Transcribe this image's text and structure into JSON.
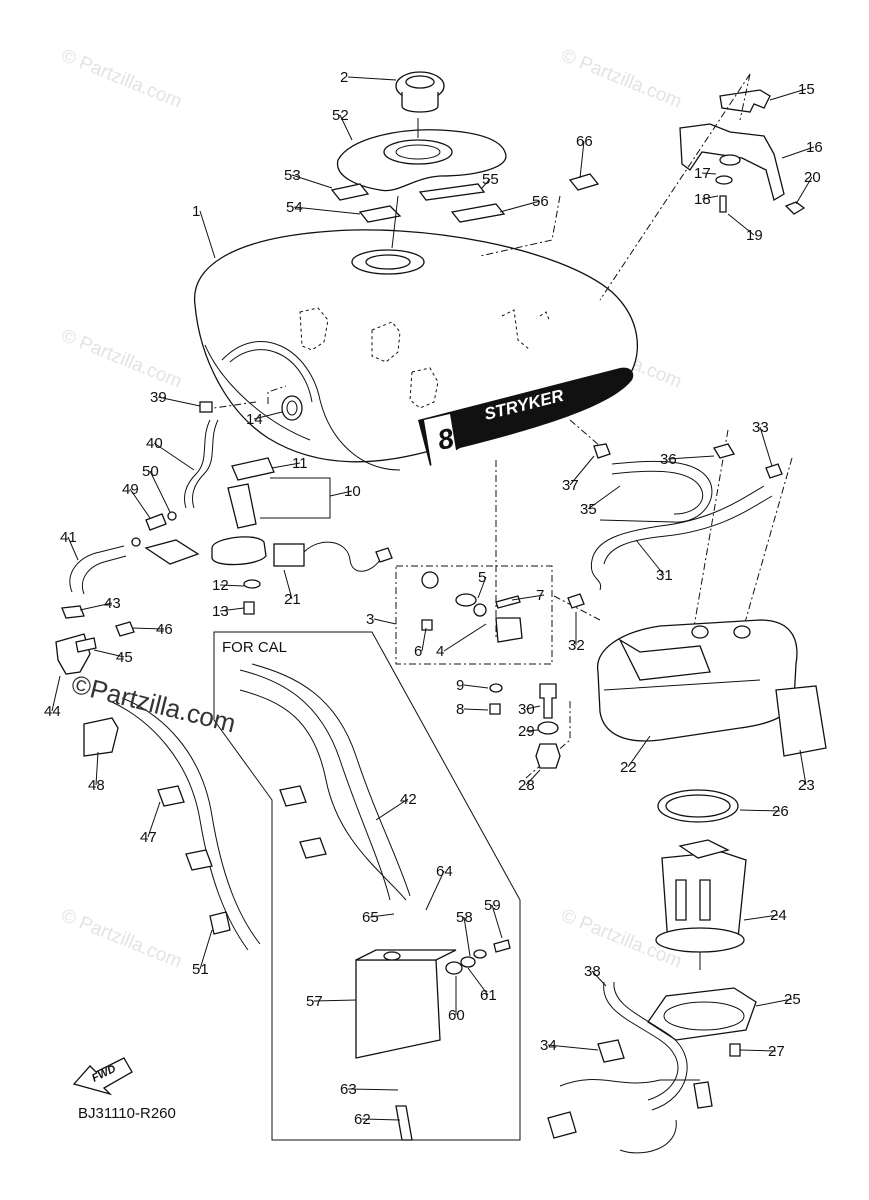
{
  "diagram": {
    "code": "BJ31110-R260",
    "inset_label": "FOR CAL",
    "fwd_label": "FWD",
    "watermark": "© Partzilla.com",
    "overlay_watermark": "©Partzilla.com",
    "tank_decal_text": "80",
    "tank_brand_text": "STRYKER",
    "callouts": [
      "1",
      "2",
      "3",
      "4",
      "5",
      "6",
      "7",
      "8",
      "9",
      "10",
      "11",
      "12",
      "13",
      "14",
      "15",
      "16",
      "17",
      "18",
      "19",
      "20",
      "21",
      "22",
      "23",
      "24",
      "25",
      "26",
      "27",
      "28",
      "29",
      "30",
      "31",
      "32",
      "33",
      "34",
      "35",
      "36",
      "37",
      "38",
      "39",
      "40",
      "41",
      "42",
      "43",
      "44",
      "45",
      "46",
      "47",
      "48",
      "49",
      "50",
      "51",
      "52",
      "53",
      "54",
      "55",
      "56",
      "57",
      "58",
      "59",
      "60",
      "61",
      "62",
      "63",
      "64",
      "65",
      "66"
    ]
  }
}
